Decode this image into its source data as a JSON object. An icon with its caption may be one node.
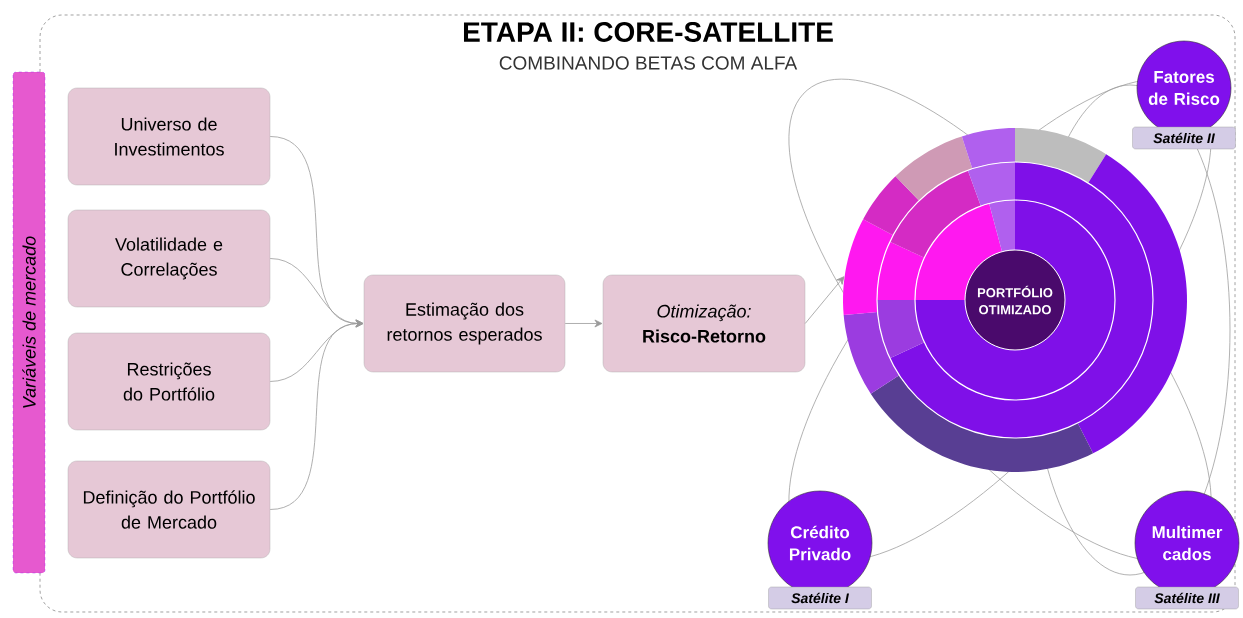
{
  "diagram": {
    "title": "ETAPA II: CORE-SATELLITE",
    "nodes": [
      {
        "text": [
          "Variáveis de mercado"
        ]
      },
      {
        "text": [
          "Universo de Investimentos"
        ]
      },
      {
        "text": [
          "Volatilidade e Correlações"
        ]
      },
      {
        "text": [
          "Restrições do Portfólio"
        ]
      },
      {
        "text": [
          "Definição do Portfólio de Mercado"
        ]
      },
      {
        "text": [
          "Estimação dos retornos esperados"
        ]
      },
      {
        "text": [
          "Otimização:",
          "Risco-Retorno"
        ]
      },
      {
        "text": [],
        "shape": "circle"
      },
      {
        "text": [
          "PORTFÓLIO OTIMIZADO"
        ],
        "in": 7
      },
      {
        "text": [
          "Fatores de Risco"
        ],
        "beside": [
          "Satélite II"
        ]
      },
      {
        "text": [
          "Crédito Privado"
        ],
        "beside": [
          "Satélite I"
        ]
      },
      {
        "text": [
          "Multimer cados"
        ],
        "beside": [
          "Satélite III"
        ]
      }
    ],
    "edges": [
      {
        "from": 1,
        "to": 5,
        "arrow": "to"
      },
      {
        "from": 2,
        "to": 5,
        "arrow": "to"
      },
      {
        "from": 3,
        "to": 5,
        "arrow": "to"
      },
      {
        "from": 4,
        "to": 5,
        "arrow": "to"
      },
      {
        "from": 5,
        "to": 6,
        "arrow": "to"
      },
      {
        "from": 6,
        "to": 7,
        "arrow": "to"
      }
    ],
    "labels": [
      "COMBINANDO BETAS COM ALFA"
    ]
  }
}
